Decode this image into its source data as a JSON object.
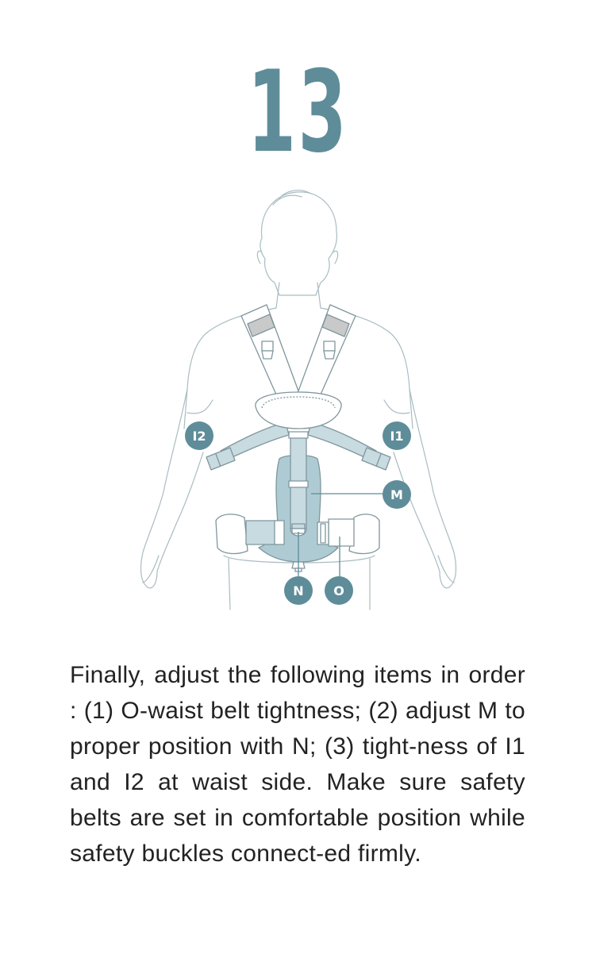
{
  "step": {
    "number": "13"
  },
  "illustration": {
    "colors": {
      "accent": "#5e8d99",
      "outline": "#8a9ea5",
      "strap": "#c7dbe1",
      "panel": "#aecbd3",
      "white": "#ffffff"
    },
    "callouts": [
      {
        "id": "i2",
        "label": "I2"
      },
      {
        "id": "i1",
        "label": "I1"
      },
      {
        "id": "m",
        "label": "M"
      },
      {
        "id": "n",
        "label": "N"
      },
      {
        "id": "o",
        "label": "O"
      }
    ]
  },
  "instructions": {
    "text": "Finally, adjust the following items in order : (1) O-waist belt tightness; (2) adjust M to proper position with N; (3) tight-ness of I1 and I2 at waist side. Make sure safety belts are set in comfortable position while safety buckles connect-ed firmly."
  }
}
